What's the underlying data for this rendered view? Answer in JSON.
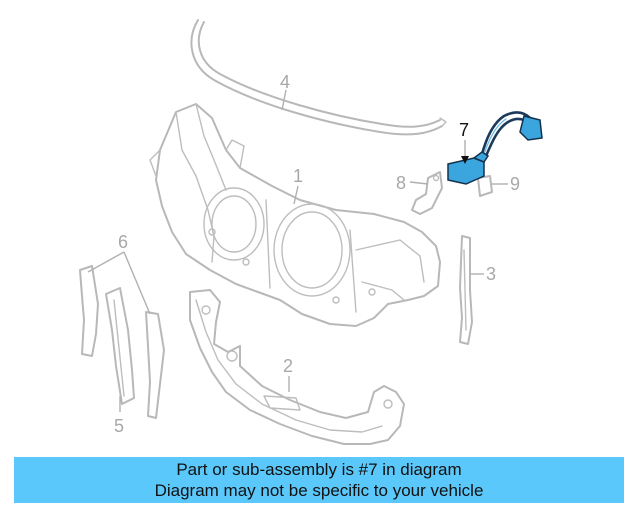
{
  "callouts": {
    "c1": "1",
    "c2": "2",
    "c3": "3",
    "c4": "4",
    "c5": "5",
    "c6": "6",
    "c7": "7",
    "c8": "8",
    "c9": "9"
  },
  "highlight_part": "7",
  "colors": {
    "banner_background": "#5ac8fa",
    "highlight_part": "#3aa6dd",
    "linework": "#b8b8b8"
  },
  "banner": {
    "line1": "Part or sub-assembly is #7 in diagram",
    "line2": "Diagram may not be specific to your vehicle"
  }
}
